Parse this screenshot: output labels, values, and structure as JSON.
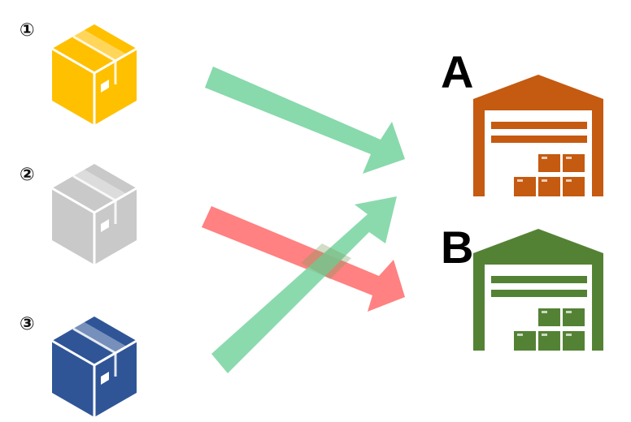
{
  "boxes": [
    {
      "label": "①",
      "color": "#FFC000",
      "name": "yellow-box"
    },
    {
      "label": "②",
      "color": "#C9C9C9",
      "name": "gray-box"
    },
    {
      "label": "③",
      "color": "#2F5597",
      "name": "blue-box"
    }
  ],
  "warehouses": [
    {
      "label": "A",
      "color": "#C55A11"
    },
    {
      "label": "B",
      "color": "#548235"
    }
  ],
  "arrows": [
    {
      "from": "①",
      "to": "A",
      "color": "#7ED6A5"
    },
    {
      "from": "②",
      "to": "B",
      "color": "#FF7C7C"
    },
    {
      "from": "③",
      "to": "A",
      "color": "#7ED6A5"
    }
  ]
}
